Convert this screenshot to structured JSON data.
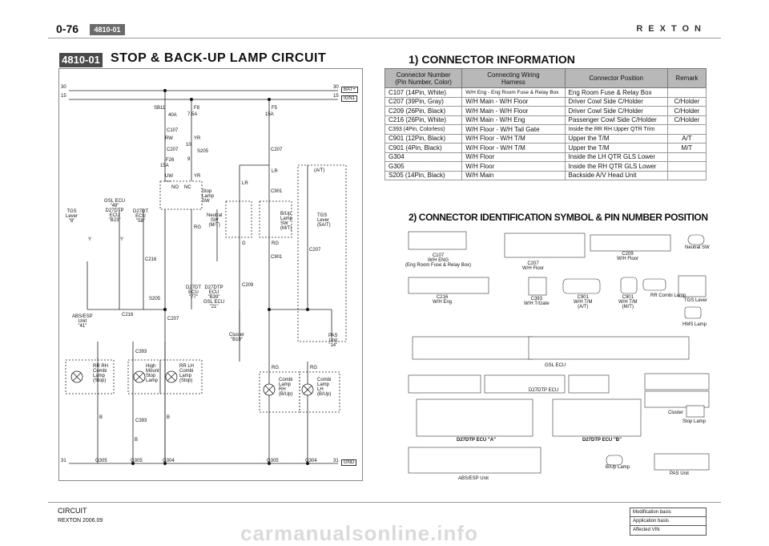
{
  "header": {
    "page_number": "0-76",
    "section_code": "4810-01",
    "brand": "REXTON"
  },
  "section": {
    "code": "4810-01",
    "title": "STOP & BACK-UP LAMP CIRCUIT"
  },
  "diagram": {
    "rails": {
      "top_left": "30",
      "top_left_2": "15",
      "top_right": "30",
      "top_right_2": "15",
      "bat": "BAT+",
      "ign": "IGN1",
      "gnd": "GND",
      "bottom_left": "31",
      "bottom_right": "31"
    },
    "fuses": {
      "sb11": "SB11",
      "sb11_rating": "40A",
      "f8": "F8",
      "f8_rating": "7.5A",
      "f5": "F5",
      "f5_rating": "15A",
      "f26": "F26",
      "f26_rating": "15A"
    },
    "labels": {
      "c107": "C107",
      "rw": "RW",
      "c207a": "C207",
      "uw": "UW",
      "yr1": "YR",
      "yr2": "YR",
      "s205": "S205",
      "n10": "10",
      "n9": "9",
      "stop_sw": "Stop\nLamp\nSW",
      "no": "NO",
      "nc": "NC",
      "tgs_lever_l": "TGS\nLever\n\"8\"",
      "gsl_ecu": "GSL ECU\n\"49\"\nD27DTP\nECU\n\"B23\"",
      "d27dt_ecu": "D27DT\nECU\n\"58\"",
      "c216a": "C216",
      "c216b": "C216",
      "s205b": "S205",
      "c207b": "C207",
      "abs_unit": "ABS/ESP\nUnit\n\"41\"",
      "neutral_sw": "Neutral\nSW\n(M/T)",
      "c209": "C209",
      "c901a": "C901",
      "c901b": "C901",
      "backup_sw": "B/Up\nLamp\nSW\n(M/T)",
      "tgs_lever_r": "TGS\nLever\n(5A/T)",
      "at": "(A/T)",
      "c207c": "C207",
      "c207d": "C207",
      "d27dt_ecu2": "D27DT\nECU\n\"77\"",
      "d27dtp_ecu": "D27DTP\nECU\n\"B39\"\nGSL ECU\n\"21\"",
      "cluster": "Cluster\n\"B10\"",
      "pas": "PAS\nUnit\n\"14\"",
      "rr_rh": "RR RH\nCombi\nLamp\n(Stop)",
      "hmsl": "High\nMount\nStop\nLamp",
      "rr_lh": "RR LH\nCombi\nLamp\n(Stop)",
      "combi_rh": "Combi\nLamp\nRH\n(B/Up)",
      "combi_lh": "Combi\nLamp\nLH\n(B/Up)",
      "c393a": "C393",
      "c393b": "C393",
      "g305a": "G305",
      "g305b": "G305",
      "g304a": "G304",
      "g304b": "G304",
      "lr": "LR",
      "rg": "RG",
      "g": "G",
      "y": "Y",
      "b": "B"
    }
  },
  "connector_info": {
    "title": "1) CONNECTOR INFORMATION",
    "headers": [
      "Connector Number\n(Pin Number, Color)",
      "Connecting Wiring\nHarness",
      "Connector Position",
      "Remark"
    ],
    "rows": [
      [
        "C107 (14Pin, White)",
        "W/H Eng - Eng Room Fuse & Relay Box",
        "Eng Room Fuse & Relay Box",
        ""
      ],
      [
        "C207 (39Pin, Gray)",
        "W/H Main - W/H Floor",
        "Driver Cowl Side C/Holder",
        "C/Holder"
      ],
      [
        "C209 (26Pin, Black)",
        "W/H Main - W/H Floor",
        "Driver Cowl Side C/Holder",
        "C/Holder"
      ],
      [
        "C216 (26Pin, White)",
        "W/H Main - W/H Eng",
        "Passenger Cowl Side C/Holder",
        "C/Holder"
      ],
      [
        "C393 (4Pin, Colorless)",
        "W/H Floor - W/H Tail Gate",
        "Inside the RR RH Upper QTR Trim",
        ""
      ],
      [
        "C901 (12Pin, Black)",
        "W/H Floor - W/H T/M",
        "Upper the T/M",
        "A/T"
      ],
      [
        "C901 (4Pin, Black)",
        "W/H Floor - W/H T/M",
        "Upper the T/M",
        "M/T"
      ],
      [
        "G304",
        "W/H Floor",
        "Inside the LH QTR GLS Lower",
        ""
      ],
      [
        "G305",
        "W/H Floor",
        "Inside the RH QTR GLS Lower",
        ""
      ],
      [
        "S205 (14Pin, Black)",
        "W/H Main",
        "Backside A/V Head Unit",
        ""
      ]
    ]
  },
  "pin_section": {
    "title": "2) CONNECTOR IDENTIFICATION SYMBOL & PIN NUMBER POSITION",
    "connectors": {
      "c107": "C107\nW/H ENG\n(Eng Room Fuse & Relay Box)",
      "c207": "C207\nW/H Floor",
      "c209": "C209\nW/H Floor",
      "neutral": "Neutral SW",
      "c216": "C216\nW/H Eng",
      "c393": "C393\nW/H T/Gate",
      "c901at": "C901\nW/H T/M\n(A/T)",
      "c901mt": "C901\nW/H T/M\n(M/T)",
      "rr_combi": "RR Combi Lamp",
      "tgs": "TGS Lever",
      "hmsl": "HMS Lamp",
      "gsl": "GSL ECU",
      "d27dtp": "D27DTP ECU",
      "cluster": "Cluster",
      "stop": "Stop Lamp",
      "ecu_a": "D27DTP ECU \"A\"",
      "ecu_b": "D27DTP ECU \"B\"",
      "abs": "ABS/ESP Unit",
      "bup": "B/Up Lamp",
      "pas": "PAS Unit"
    }
  },
  "footer": {
    "section": "CIRCUIT",
    "model": "REXTON 2006.09",
    "basis": [
      "Modification basis",
      "Application basis",
      "Affected VIN"
    ],
    "watermark": "carmanualsonline.info"
  }
}
